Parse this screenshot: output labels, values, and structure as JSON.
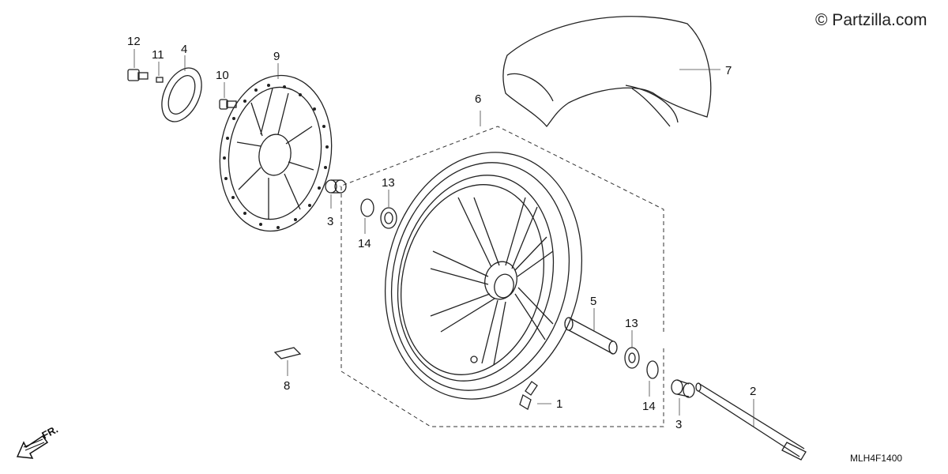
{
  "watermark": "© Partzilla.com",
  "diagram_code": "MLH4F1400",
  "direction_label": "FR.",
  "callouts": [
    {
      "id": "c1",
      "label": "1"
    },
    {
      "id": "c2",
      "label": "2"
    },
    {
      "id": "c3a",
      "label": "3"
    },
    {
      "id": "c3b",
      "label": "3"
    },
    {
      "id": "c4",
      "label": "4"
    },
    {
      "id": "c5",
      "label": "5"
    },
    {
      "id": "c6",
      "label": "6"
    },
    {
      "id": "c7",
      "label": "7"
    },
    {
      "id": "c8",
      "label": "8"
    },
    {
      "id": "c9",
      "label": "9"
    },
    {
      "id": "c10",
      "label": "10"
    },
    {
      "id": "c11",
      "label": "11"
    },
    {
      "id": "c12",
      "label": "12"
    },
    {
      "id": "c13a",
      "label": "13"
    },
    {
      "id": "c13b",
      "label": "13"
    },
    {
      "id": "c14a",
      "label": "14"
    },
    {
      "id": "c14b",
      "label": "14"
    }
  ]
}
